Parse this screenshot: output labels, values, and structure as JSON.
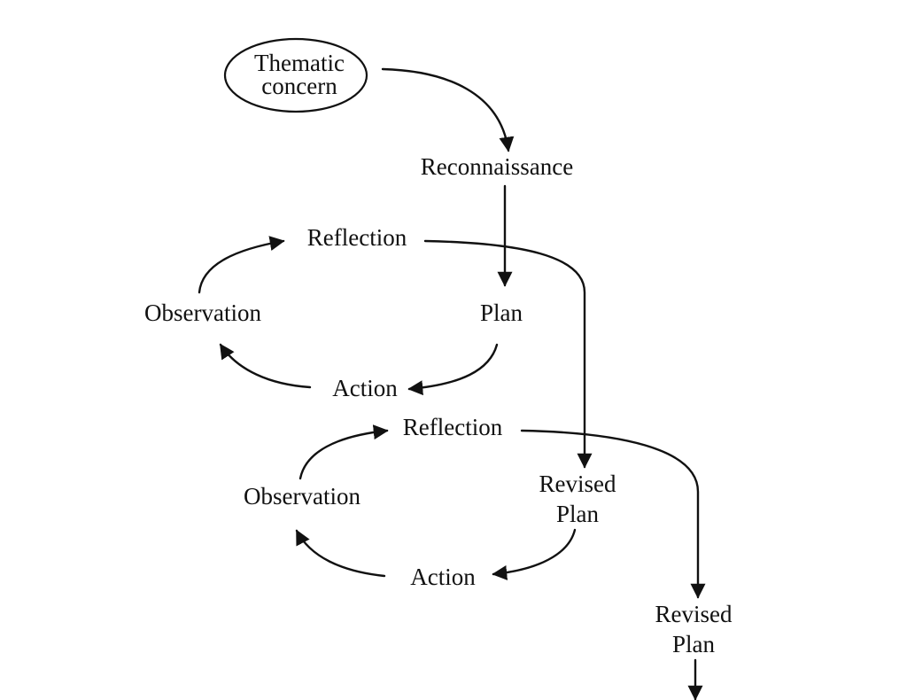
{
  "nodes": {
    "thematic_concern": [
      "Thematic",
      "concern"
    ],
    "reconnaissance": "Reconnaissance",
    "cycle1": {
      "reflection": "Reflection",
      "observation": "Observation",
      "plan": "Plan",
      "action": "Action"
    },
    "cycle2": {
      "reflection": "Reflection",
      "observation": "Observation",
      "revised_plan": [
        "Revised",
        "Plan"
      ],
      "action": "Action"
    },
    "revised_plan_final": [
      "Revised",
      "Plan"
    ]
  }
}
